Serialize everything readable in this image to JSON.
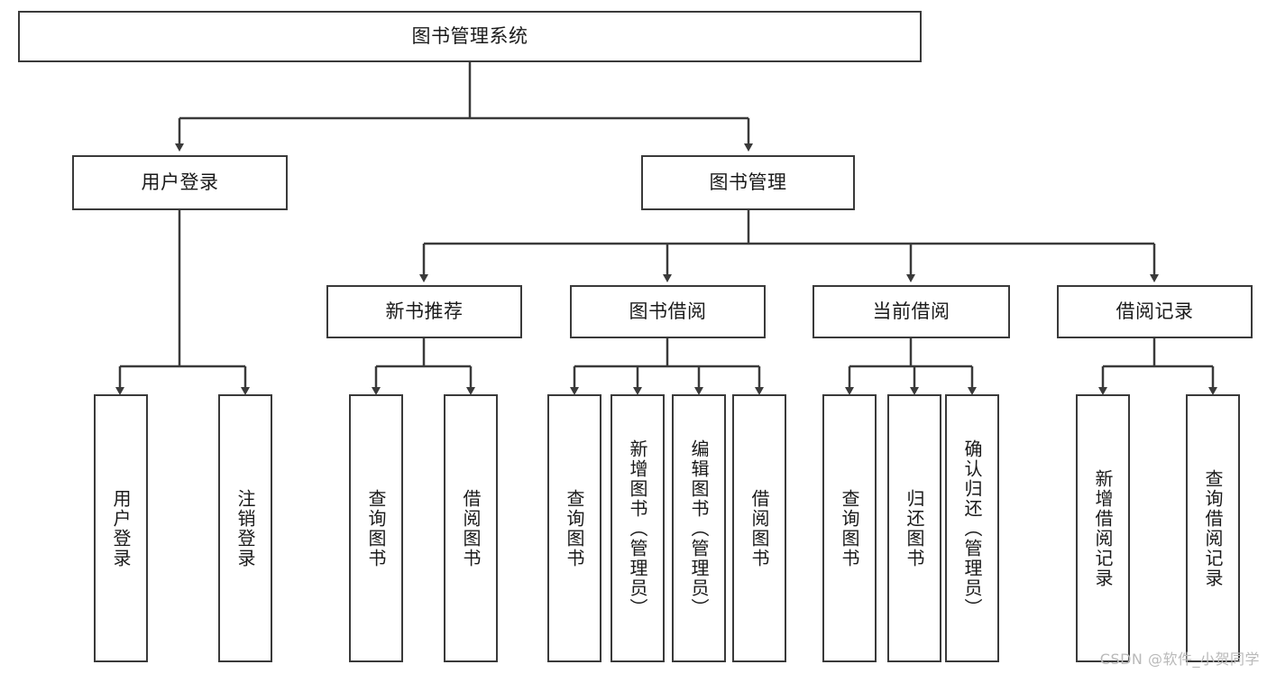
{
  "diagram": {
    "title": "图书管理系统",
    "type": "tree-hierarchy-diagram",
    "colors": {
      "stroke": "#3a3a3a",
      "fill": "#ffffff",
      "text": "#1a1a1a",
      "watermark": "#b9b9b9"
    },
    "root": {
      "id": "root",
      "label": "图书管理系统"
    },
    "level2": [
      {
        "id": "user-login",
        "label": "用户登录"
      },
      {
        "id": "book-management",
        "label": "图书管理"
      }
    ],
    "level3": [
      {
        "id": "new-book-recommend",
        "label": "新书推荐"
      },
      {
        "id": "book-borrow",
        "label": "图书借阅"
      },
      {
        "id": "current-borrow",
        "label": "当前借阅"
      },
      {
        "id": "borrow-record",
        "label": "借阅记录"
      }
    ],
    "leaves": {
      "user_login": [
        {
          "id": "leaf-user-login",
          "label": "用户登录"
        },
        {
          "id": "leaf-logout-login",
          "label": "注销登录"
        }
      ],
      "new_book_recommend": [
        {
          "id": "leaf-query-book-1",
          "label": "查询图书"
        },
        {
          "id": "leaf-borrow-book-1",
          "label": "借阅图书"
        }
      ],
      "book_borrow": [
        {
          "id": "leaf-query-book-2",
          "label": "查询图书"
        },
        {
          "id": "leaf-add-book-admin",
          "label": "新增图书（管理员）"
        },
        {
          "id": "leaf-edit-book-admin",
          "label": "编辑图书（管理员）"
        },
        {
          "id": "leaf-borrow-book-2",
          "label": "借阅图书"
        }
      ],
      "current_borrow": [
        {
          "id": "leaf-query-book-3",
          "label": "查询图书"
        },
        {
          "id": "leaf-return-book",
          "label": "归还图书"
        },
        {
          "id": "leaf-confirm-return-admin",
          "label": "确认归还（管理员）"
        }
      ],
      "borrow_record": [
        {
          "id": "leaf-add-borrow-record",
          "label": "新增借阅记录"
        },
        {
          "id": "leaf-query-borrow-record",
          "label": "查询借阅记录"
        }
      ]
    }
  },
  "watermark": {
    "text": "CSDN @软件_小贺同学"
  }
}
